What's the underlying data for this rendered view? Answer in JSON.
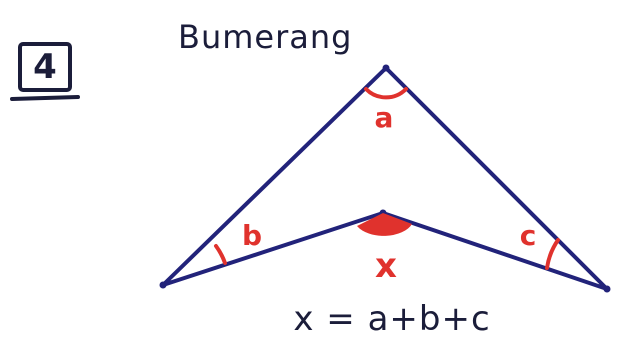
{
  "problem_number": "4",
  "title": "Bumerang",
  "angles": {
    "a": "a",
    "b": "b",
    "c": "c",
    "x": "x"
  },
  "formula": "x = a+b+c",
  "colors": {
    "outline": "#22237a",
    "angle_marks": "#e0322d",
    "ink": "#1b1d3a",
    "background": "#ffffff"
  }
}
